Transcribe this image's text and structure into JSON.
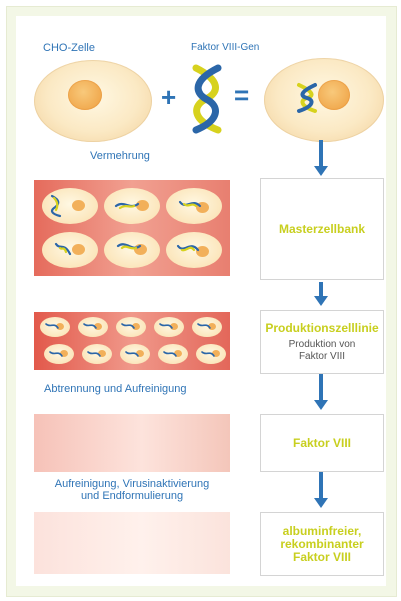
{
  "top": {
    "cell_label": "CHO-Zelle",
    "gene_label": "Faktor VIII-Gen",
    "plus": "+",
    "equals": "=",
    "multiply_label": "Vermehrung"
  },
  "left": {
    "separation_label": "Abtrennung und Aufreinigung",
    "purification_line1": "Aufreinigung, Virusinaktivierung",
    "purification_line2": "und Endformulierung"
  },
  "right": {
    "master_bank": "Masterzellbank",
    "production_line_title": "Produktionszelllinie",
    "production_line_sub1": "Produktion von",
    "production_line_sub2": "Faktor VIII",
    "factor_viii": "Faktor VIII",
    "final_line1": "albuminfreier,",
    "final_line2": "rekombinanter",
    "final_line3": "Faktor VIII"
  },
  "colors": {
    "accent_blue": "#2f74b6",
    "label_yellow": "#c8cf1f",
    "helix_yellow": "#d7d21e",
    "helix_blue": "#2b66a8"
  }
}
